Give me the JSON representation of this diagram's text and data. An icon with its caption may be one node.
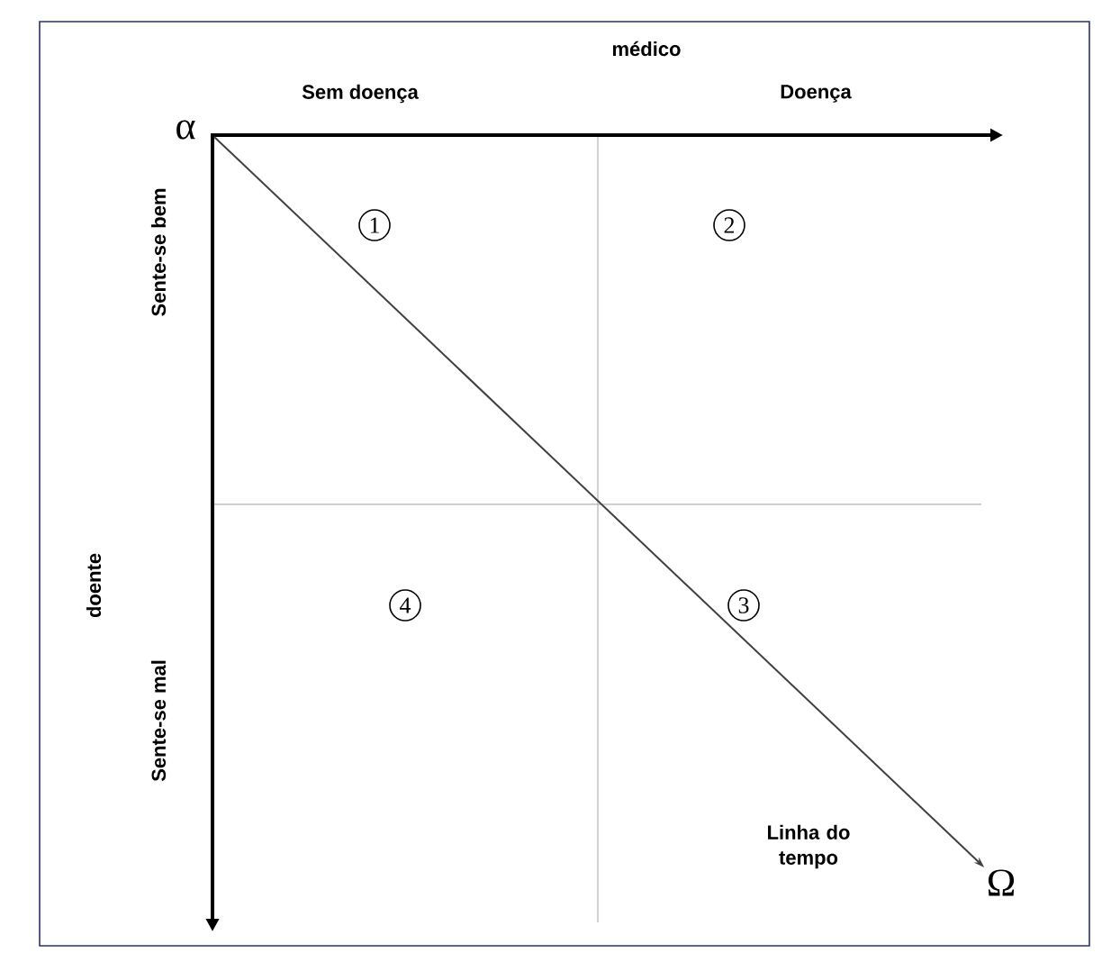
{
  "diagram": {
    "nodes": [
      {
        "text": [
          "α"
        ]
      },
      {
        "text": [
          "1"
        ]
      },
      {
        "text": [
          "2"
        ]
      },
      {
        "text": [
          "4"
        ]
      },
      {
        "text": [
          "3"
        ]
      },
      {
        "text": [
          "Ω"
        ]
      }
    ],
    "edges": [
      {
        "from": 0,
        "to": 5,
        "arrow": "to",
        "label": "Linha do tempo"
      }
    ],
    "labels": [
      "médico",
      "Sem doença",
      "Doença",
      "Sente-se bem",
      "doente",
      "Sente-se mal"
    ]
  }
}
